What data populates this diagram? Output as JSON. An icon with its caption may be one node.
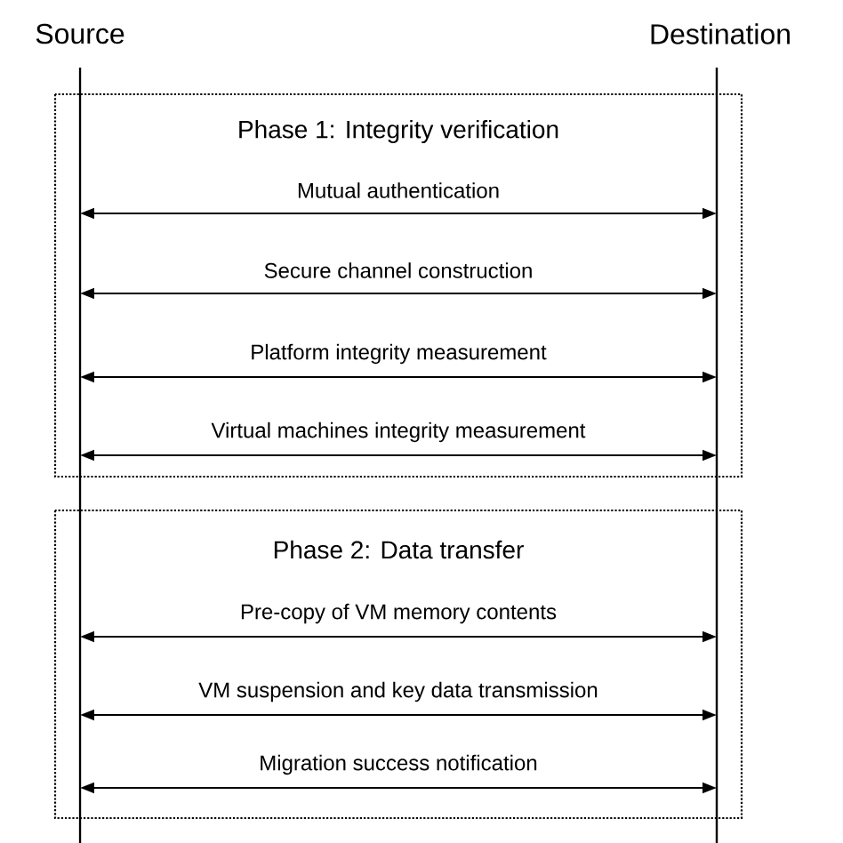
{
  "diagram": {
    "nodes": [
      {
        "text": [
          "Source"
        ]
      },
      {
        "text": [
          "Destination"
        ]
      }
    ],
    "edges": [
      {
        "from": 0,
        "to": 1,
        "arrow": "both",
        "label": "Mutual authentication"
      },
      {
        "from": 0,
        "to": 1,
        "arrow": "both",
        "label": "Secure channel construction"
      },
      {
        "from": 0,
        "to": 1,
        "arrow": "both",
        "label": "Platform integrity measurement"
      },
      {
        "from": 0,
        "to": 1,
        "arrow": "both",
        "label": "Virtual machines integrity measurement"
      },
      {
        "from": 0,
        "to": 1,
        "arrow": "both",
        "label": "Pre-copy of VM memory contents"
      },
      {
        "from": 0,
        "to": 1,
        "arrow": "both",
        "label": "VM suspension and key data transmission"
      },
      {
        "from": 0,
        "to": 1,
        "arrow": "both",
        "label": "Migration success notification"
      }
    ],
    "labels": [
      "Phase 1: Integrity verification",
      "Phase 2: Data transfer"
    ]
  }
}
